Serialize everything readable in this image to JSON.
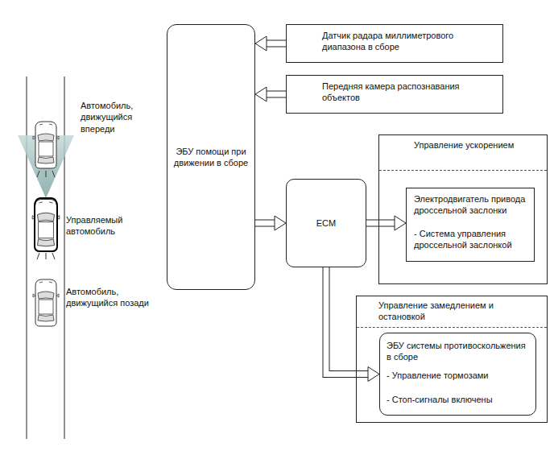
{
  "diagram": {
    "nodes": [
      {
        "text": [
          "ЭБУ помощи при движении в сборе"
        ]
      },
      {
        "text": [
          "Датчик радара миллиметрового диапазона в сборе"
        ]
      },
      {
        "text": [
          "Передняя камера распознавания объектов"
        ]
      },
      {
        "text": [
          "ECM"
        ]
      },
      {
        "text": [
          "Управление ускорением"
        ]
      },
      {
        "text": [
          "Электродвигатель привода дроссельной заслонки",
          "- Система управления дроссельной заслонкой"
        ],
        "in": 4
      },
      {
        "text": [
          "Управление замедлением и остановкой"
        ]
      },
      {
        "text": [
          "ЭБУ системы противоскольжения в сборе",
          "- Управление тормозами",
          "- Стоп-сигналы включены"
        ],
        "in": 6
      }
    ],
    "edges": [
      {
        "from": 1,
        "to": 0,
        "arrow": "to"
      },
      {
        "from": 2,
        "to": 0,
        "arrow": "to"
      },
      {
        "from": 0,
        "to": 3,
        "arrow": "to"
      },
      {
        "from": 3,
        "to": 5,
        "arrow": "to"
      },
      {
        "from": 3,
        "to": 7,
        "arrow": "to"
      }
    ],
    "labels": [
      "Автомобиль, движущийся впереди",
      "Управляемый автомобиль",
      "Автомобиль, движущийся позади"
    ]
  }
}
